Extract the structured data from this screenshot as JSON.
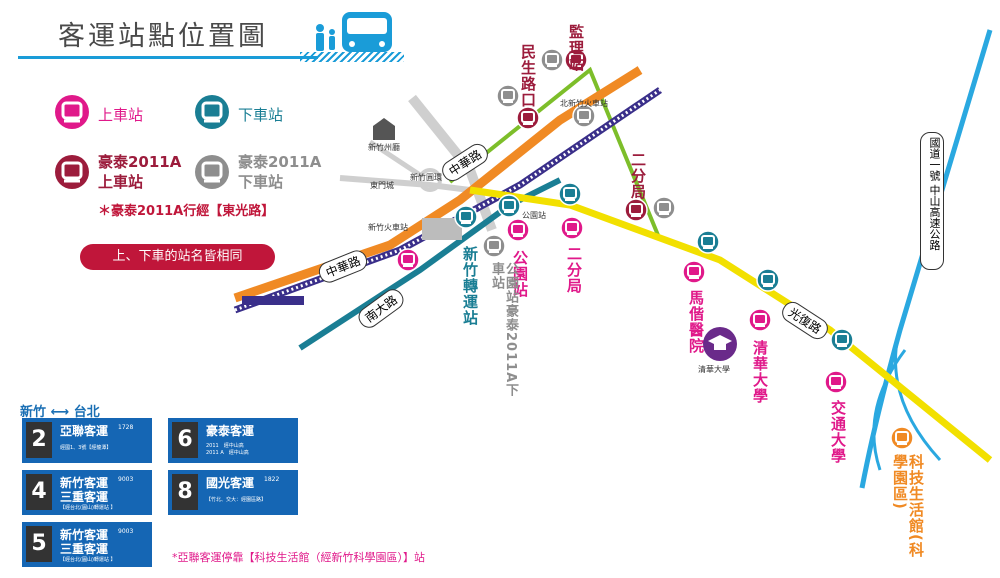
{
  "title": "客運站點位置圖",
  "legend": {
    "board": "上車站",
    "alight": "下車站",
    "haotai_board": "豪泰2011A\n上車站",
    "haotai_alight": "豪泰2011A\n下車站",
    "note": "＊豪泰2011A行經【東光路】",
    "pill": "上、下車的站名皆相同"
  },
  "routes_header": "新竹 ⟷ 台北",
  "routes": [
    {
      "num": "2",
      "name": "亞聯客運",
      "code": "1728",
      "sub": "經國1、3號【經龍潭】"
    },
    {
      "num": "4",
      "name": "新竹客運\n三重客運",
      "code": "9003",
      "sub": "【經台北(圓山)轉運站 】"
    },
    {
      "num": "5",
      "name": "新竹客運\n三重客運",
      "code": "9003",
      "sub": "【經台北(圓山)轉運站 】"
    },
    {
      "num": "6",
      "name": "豪泰客運",
      "code": "",
      "sub": "2011　經中山高\n2011 A　經中山高"
    },
    {
      "num": "8",
      "name": "國光客運",
      "code": "1822",
      "sub": "【竹北、交大：經園區路】"
    }
  ],
  "footnote": "*亞聯客運停靠【科技生活館（經新竹科學園區）】站",
  "roads": {
    "zhonghua_1": "中華路",
    "zhonghua_2": "中華路",
    "nanda": "南大路",
    "guangfu": "光復路",
    "freeway": "國道一號 中山高速公路"
  },
  "landmarks": {
    "north_station": "北新竹火車站",
    "govt": "新竹州廳",
    "east_gate": "東門城",
    "roundabout": "新竹圓環",
    "hsinchu_station": "新竹火車站",
    "park": "公園站",
    "tsinghua": "清華大學"
  },
  "stops": {
    "jianli": "監理站",
    "minsheng": "民生路口",
    "erfen_a": "二分局",
    "transfer": "新竹轉運站",
    "park_stop": "公園站",
    "erfen_b": "二分局",
    "haotai_alight": "公園站豪泰2011A下車站",
    "mackay": "馬偕醫院",
    "tsinghua": "清華大學",
    "nctu": "交通大學",
    "science": "科技生活館(科學園區)"
  },
  "colors": {
    "board": "#e0198a",
    "alight": "#1a7e94",
    "haotai_board": "#9c1c3c",
    "haotai_alight": "#8e8e8e",
    "orange_road": "#f08a24",
    "yellow_road": "#f2e000",
    "blue_road": "#1a7e94",
    "green_road": "#7dbe2a",
    "freeway": "#2aa8e0",
    "rail": "#3a2f8a",
    "purple": "#6a2a8a",
    "science": "#f08a24"
  }
}
